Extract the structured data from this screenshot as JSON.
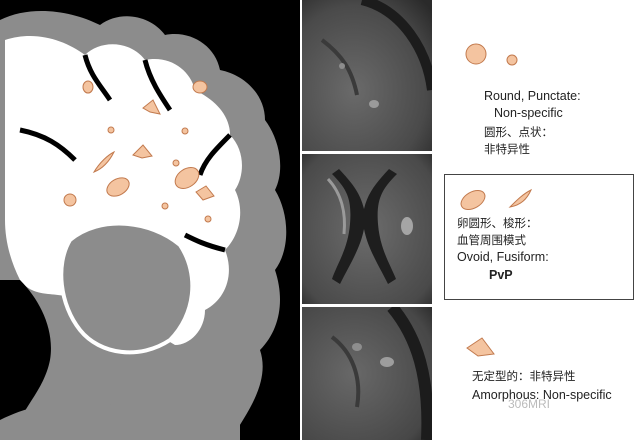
{
  "legend": {
    "round": {
      "en_title": "Round, Punctate:",
      "en_sub": "Non-specific",
      "cn_1": "圆形、点状：",
      "cn_2": "非特异性",
      "icon": "circle-icon"
    },
    "ovoid": {
      "cn_1": "卵圆形、梭形：",
      "cn_2": "血管周围模式",
      "en_title": "Ovoid, Fusiform:",
      "en_sub": "PvP",
      "icon": "ellipse-icon"
    },
    "amorphous": {
      "cn_1": "无定型的：非特异性",
      "en": "Amorphous: Non-specific",
      "icon": "blob-icon"
    }
  },
  "watermark": "306MRI",
  "colors": {
    "lesion_fill": "#f4c4a0",
    "lesion_stroke": "#c27a4e",
    "white_matter": "#ffffff",
    "gray_matter": "#8c8c8c",
    "background": "#000000"
  }
}
